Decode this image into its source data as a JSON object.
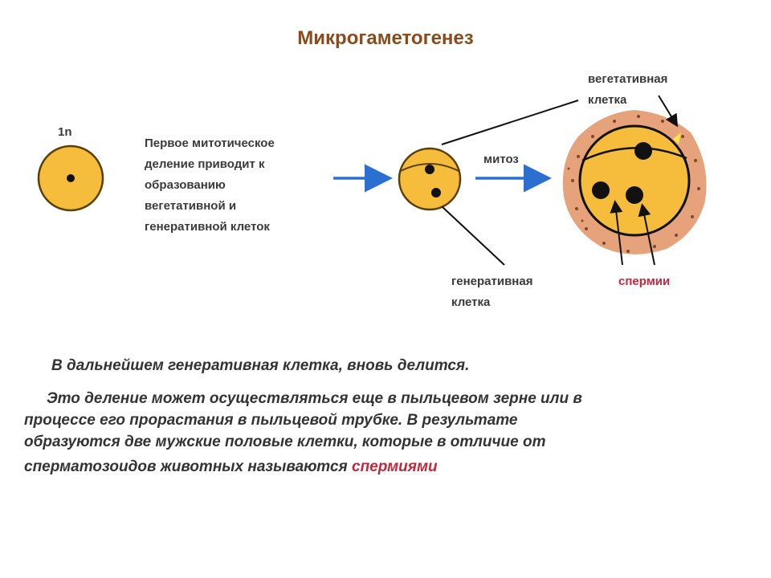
{
  "title": "Микрогаметогенез",
  "diagram": {
    "label_1n": "1n",
    "description_lines": [
      "Первое митотическое",
      "деление приводит к",
      "образованию",
      "вегетативной и",
      "генеративной клеток"
    ],
    "mitosis_label": "митоз",
    "vegetative_lines": [
      "вегетативная",
      "клетка"
    ],
    "generative_lines": [
      "генеративная",
      "клетка"
    ],
    "sperm_label": "спермии",
    "colors": {
      "cell": "#f6bd3c",
      "outline": "#5a4000",
      "nucleus": "#111111",
      "arrow": "#2b6fd1",
      "halo": "#e6a27a",
      "accent_text": "#c0283c"
    }
  },
  "text": {
    "para1": "В дальнейшем генеративная клетка,  вновь делится.",
    "para2_line1": "Это деление может осуществляться еще в пыльцевом зерне или в",
    "para2_line2": "процессе его прорастания в пыльцевой трубке. В результате",
    "para2_line3": "образуются две мужские половые клетки, которые в отличие от",
    "para2_line4": "сперматозоидов животных называются ",
    "para2_highlight": "спермиями"
  }
}
